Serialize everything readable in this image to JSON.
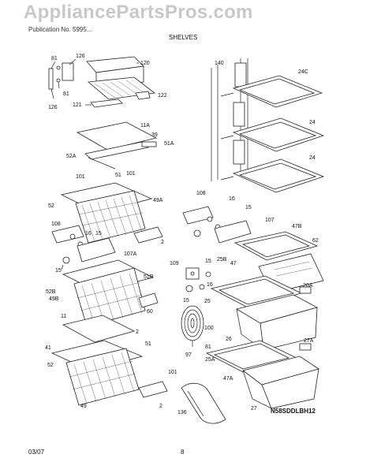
{
  "watermark": "AppliancePartsPros.com",
  "header": {
    "text": "Publication No. 5995... ",
    "section": "SHELVES"
  },
  "footer": {
    "date": "03/07",
    "page": "8"
  },
  "model_code": "N58SDDLBH12",
  "callouts": {
    "c81a": "81",
    "c126a": "126",
    "c120": "120",
    "c81b": "81",
    "c126b": "126",
    "c121": "121",
    "c122": "122",
    "c11A": "11A",
    "c39": "39",
    "c51Aa": "51A",
    "c52A": "52A",
    "c101a": "101",
    "c51a": "51",
    "c101b": "101",
    "c49A": "49A",
    "c52": "52",
    "c2a": "2",
    "c108a": "108",
    "c16a": "16",
    "c15a": "15",
    "c107A": "107A",
    "c15b": "15",
    "c51B": "51B",
    "c52B": "52B",
    "c49B": "49B",
    "c60": "60",
    "c11": "11",
    "c2b": "2",
    "c41": "41",
    "c51b": "51",
    "c52c": "52",
    "c101c": "101",
    "c49": "49",
    "c2c": "2",
    "c140": "140",
    "c24C": "24C",
    "c24a": "24",
    "c24b": "24",
    "c108b": "108",
    "c16b": "16",
    "c15c": "15",
    "c107": "107",
    "c47B": "47B",
    "c62": "62",
    "c109": "109",
    "c15d": "15",
    "c25B": "25B",
    "c47": "47",
    "c16c": "16",
    "c15e": "15",
    "c25": "25",
    "c26A": "26A",
    "c100": "100",
    "c97": "97",
    "c81c": "81",
    "c26": "26",
    "c25A": "25A",
    "c27A": "27A",
    "c47A": "47A",
    "c27": "27",
    "c136": "136"
  }
}
